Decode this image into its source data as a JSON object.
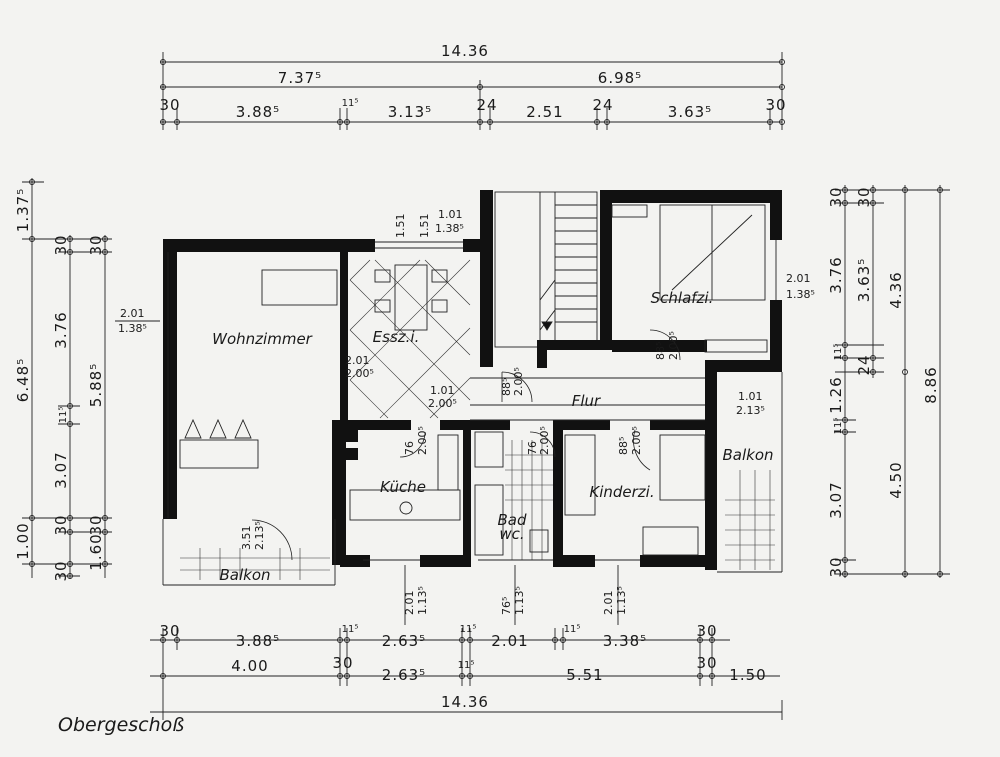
{
  "title": "Obergeschoß",
  "rooms": {
    "wohnzimmer": "Wohnzimmer",
    "esszimmer": "Essz.i.",
    "schlafzimmer": "Schlafzi.",
    "flur": "Flur",
    "kueche": "Küche",
    "bad": "Bad",
    "wc": "wc.",
    "kinderzimmer": "Kinderzi.",
    "balkon_links": "Balkon",
    "balkon_rechts": "Balkon"
  },
  "dims_top": {
    "total": "14.36",
    "left_part": "7.37⁵",
    "right_part": "6.98⁵",
    "seg1": "30",
    "seg2": "3.88⁵",
    "seg3": "11⁵",
    "seg4": "3.13⁵",
    "seg5": "24",
    "seg6": "2.51",
    "seg7": "24",
    "seg8": "3.63⁵",
    "seg9": "30"
  },
  "dims_bottom": {
    "r1_seg1": "30",
    "r1_seg2": "3.88⁵",
    "r1_seg3": "11⁵",
    "r1_seg4": "2.63⁵",
    "r1_seg5": "11⁵",
    "r1_seg6": "2.01",
    "r1_seg7": "11⁵",
    "r1_seg8": "3.38⁵",
    "r1_seg9": "30",
    "r2_seg1": "4.00",
    "r2_seg2": "30",
    "r2_seg3": "2.63⁵",
    "r2_seg4": "11⁵",
    "r2_seg5": "5.51",
    "r2_seg6": "30",
    "r2_seg7": "1.50",
    "total": "14.36"
  },
  "dims_left": {
    "outer_top": "1.37⁵",
    "outer_main": "6.48⁵",
    "outer_bottom": "1.00",
    "c1_a": "30",
    "c1_b": "3.76",
    "c1_c": "11⁵",
    "c1_d": "3.07",
    "c1_e": "30",
    "c1_f": "30",
    "c2_a": "30",
    "c2_b": "5.88⁵",
    "c2_c": "30",
    "c2_d": "1.60"
  },
  "dims_right": {
    "a1": "30",
    "a2": "3.76",
    "a3": "11⁵",
    "a4": "1.26",
    "a5": "11⁵",
    "a6": "3.07",
    "a7": "30",
    "b1": "30",
    "b2": "3.63⁵",
    "b3": "24",
    "c1": "4.36",
    "c2": "4.50",
    "d1": "8.86"
  },
  "openings": {
    "wohn_window": "2.01",
    "wohn_window_h": "1.38⁵",
    "ess_window": "1.01",
    "ess_window_h": "1.38⁵",
    "ess_door_top": "1.51",
    "ess_door_top2": "1.51",
    "wohn_ess": "2.01",
    "wohn_ess_h": "2.00⁵",
    "ess_flur": "1.01",
    "ess_flur_h": "2.00⁵",
    "schlaf_window": "2.01",
    "schlaf_window_h": "1.38⁵",
    "schlaf_door": "88⁵",
    "schlaf_door_h": "2.00⁵",
    "bal_door": "1.01",
    "bal_door_h": "2.13⁵",
    "stair_door": "88⁵",
    "stair_door_h": "2.00⁵",
    "kueche_door": "76",
    "kueche_door_h": "2.00⁵",
    "bad_door": "76",
    "bad_door_h": "2.00⁵",
    "kinder_door": "88⁵",
    "kinder_door_h": "2.00⁵",
    "balkon_door": "3.51",
    "balkon_door_h": "2.13⁵",
    "kueche_window": "2.01",
    "kueche_window_h": "1.13⁵",
    "bad_window": "76⁵",
    "bad_window_h": "1.13⁵",
    "kinder_window": "2.01",
    "kinder_window_h": "1.13⁵"
  }
}
